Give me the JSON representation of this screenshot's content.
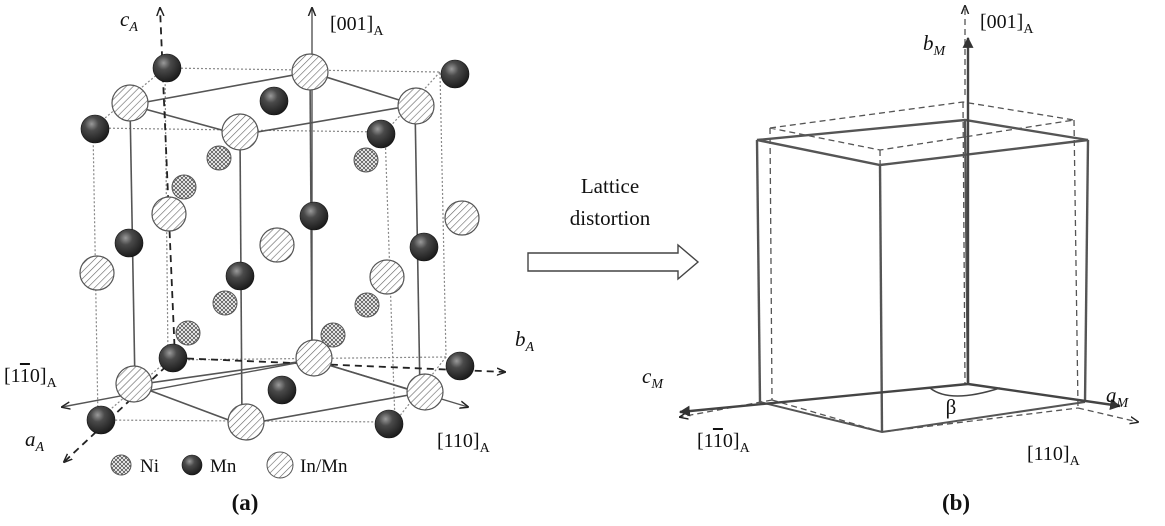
{
  "panel_a": {
    "label": "(a)",
    "axes": {
      "c": {
        "base": "c",
        "sub": "A"
      },
      "b": {
        "base": "b",
        "sub": "A"
      },
      "a": {
        "base": "a",
        "sub": "A"
      },
      "dir_001": {
        "text": "[001]",
        "sub": "A"
      },
      "dir_1bar10": {
        "pre": "[1",
        "bar": "1",
        "post": "0]",
        "sub": "A"
      },
      "dir_110": {
        "text": "[110]",
        "sub": "A"
      }
    },
    "legend": [
      {
        "label": "Ni",
        "pattern": "crosshatch"
      },
      {
        "label": "Mn",
        "pattern": "solid-dark-sphere"
      },
      {
        "label": "In/Mn",
        "pattern": "diagonal-hatch"
      }
    ]
  },
  "transition": {
    "line1": "Lattice",
    "line2": "distortion",
    "icon": "hollow-right-arrow-icon"
  },
  "panel_b": {
    "label": "(b)",
    "axes": {
      "b": {
        "base": "b",
        "sub": "M"
      },
      "c": {
        "base": "c",
        "sub": "M"
      },
      "a": {
        "base": "a",
        "sub": "M"
      },
      "dir_001": {
        "text": "[001]",
        "sub": "A"
      },
      "dir_1bar10": {
        "pre": "[1",
        "bar": "1",
        "post": "0]",
        "sub": "A"
      },
      "dir_110": {
        "text": "[110]",
        "sub": "A"
      },
      "angle": "β"
    }
  },
  "colors": {
    "line": "#555555",
    "mn_sphere": "#2a2a2a",
    "hatch": "#666666"
  }
}
